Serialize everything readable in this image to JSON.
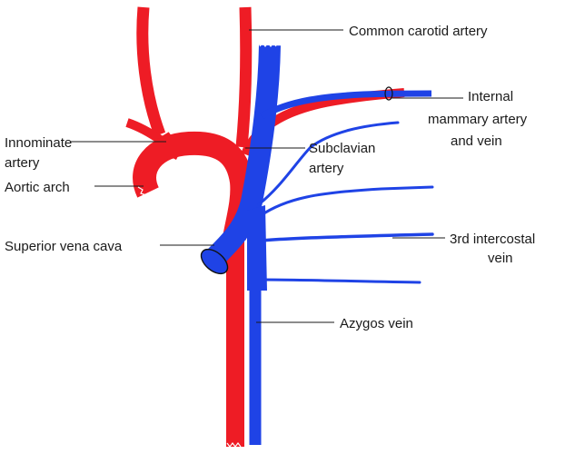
{
  "colors": {
    "artery": "#ee1c25",
    "vein": "#1f43e6",
    "leader": "#1a1a1a",
    "background": "#ffffff"
  },
  "labels": {
    "common_carotid": "Common carotid artery",
    "internal_mammary_1": "Internal",
    "internal_mammary_2": "mammary artery",
    "internal_mammary_3": "and vein",
    "innominate_1": "Innominate",
    "innominate_2": "artery",
    "subclavian_1": "Subclavian",
    "subclavian_2": "artery",
    "aortic_arch": "Aortic arch",
    "svc": "Superior vena cava",
    "third_intercostal_1": "3rd intercostal",
    "third_intercostal_2": "vein",
    "azygos": "Azygos vein"
  }
}
